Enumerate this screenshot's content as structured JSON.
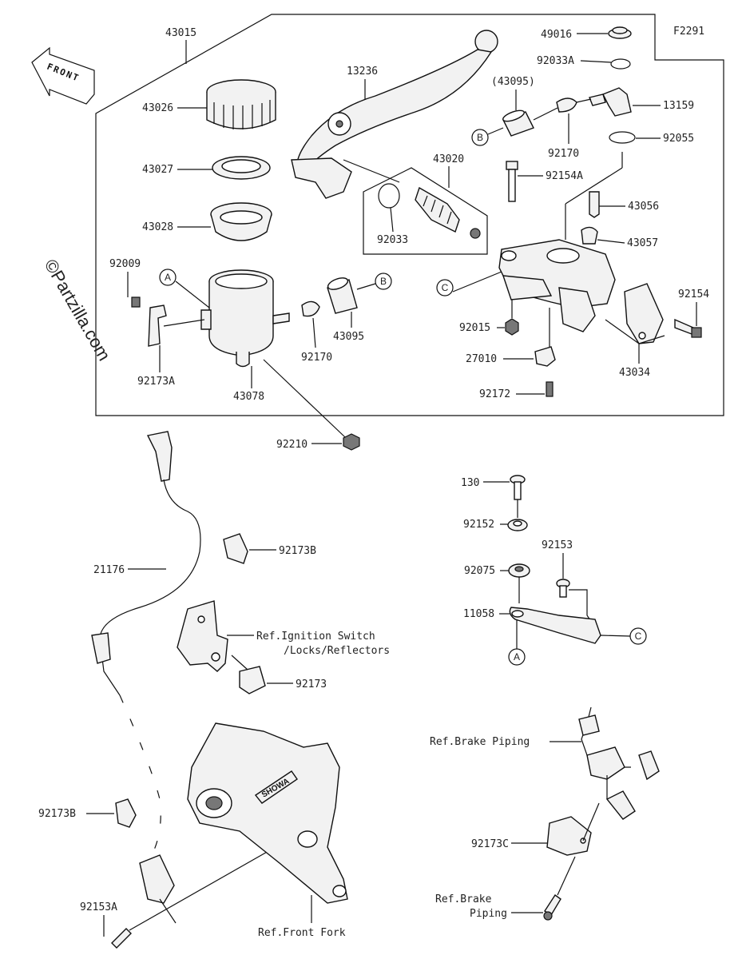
{
  "diagram_code": "F2291",
  "watermark": "©Partzilla.com",
  "front_label": "FRONT",
  "parts": [
    "43015",
    "43026",
    "43027",
    "43028",
    "92009",
    "92173A",
    "43078",
    "92210",
    "92170",
    "43095",
    "13236",
    "43020",
    "92033",
    "92154A",
    "43056",
    "43057",
    "92154",
    "43034",
    "92015",
    "27010",
    "92172",
    "49016",
    "92033A",
    "13159",
    "92055",
    "(43095)",
    "130",
    "92152",
    "92075",
    "92153",
    "11058",
    "21176",
    "92173B",
    "92173",
    "92173B",
    "92153A",
    "92173C"
  ],
  "refs": {
    "ignition_1": "Ref.Ignition Switch",
    "ignition_2": "/Locks/Reflectors",
    "front_fork": "Ref.Front Fork",
    "brake_piping_1": "Ref.Brake Piping",
    "brake_piping_2a": "Ref.Brake",
    "brake_piping_2b": "Piping"
  },
  "callouts": {
    "a": "A",
    "b": "B",
    "c": "C"
  },
  "caliper_brand": "SHOWA"
}
